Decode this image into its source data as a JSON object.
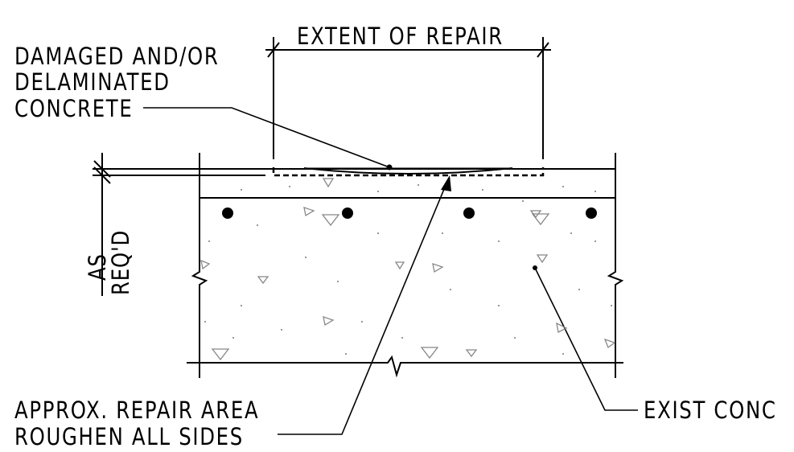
{
  "labels": {
    "extent_of_repair": "EXTENT OF REPAIR",
    "damaged_line1": "DAMAGED AND/OR",
    "damaged_line2": "DELAMINATED",
    "damaged_line3": "CONCRETE",
    "as": "AS",
    "reqd": "REQ'D",
    "approx_repair_area": "APPROX. REPAIR AREA",
    "roughen_all_sides": "ROUGHEN ALL SIDES",
    "exist_conc": "EXIST CONC"
  },
  "colors": {
    "line": "#000000",
    "aggregate": "#888888"
  },
  "rebar_count": 4
}
